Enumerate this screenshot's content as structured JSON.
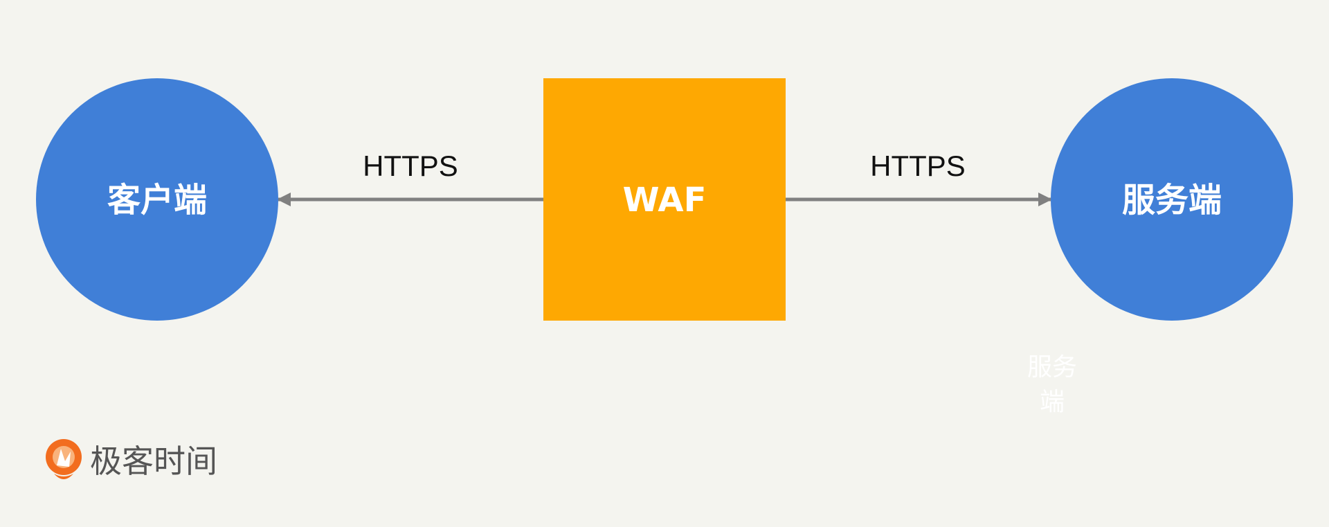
{
  "nodes": {
    "client": {
      "label": "客户端",
      "color": "#407fd7"
    },
    "waf": {
      "label": "WAF",
      "color": "#fea802"
    },
    "server": {
      "label": "服务端",
      "color": "#407fd7"
    }
  },
  "edges": {
    "left": {
      "label": "HTTPS",
      "direction": "toward-client"
    },
    "right": {
      "label": "HTTPS",
      "direction": "toward-server"
    },
    "color": "#808080"
  },
  "ghost_label": {
    "line1": "服务",
    "line2": "端"
  },
  "brand": {
    "name": "极客时间",
    "logo": "geektime-logo-icon",
    "logo_color": "#f26d1f"
  }
}
